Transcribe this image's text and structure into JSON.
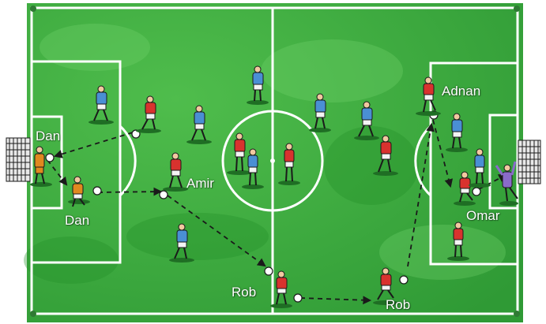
{
  "labels": {
    "dan_top": "Dan",
    "dan_bottom": "Dan",
    "amir": "Amir",
    "rob_left": "Rob",
    "rob_right": "Rob",
    "adnan": "Adnan",
    "omar": "Omar"
  },
  "colors": {
    "grass_dark": "#2f9a35",
    "grass_light": "#4bb84a",
    "lines": "#ffffff",
    "team_red_shirt": "#d8322e",
    "team_blue_shirt": "#4a8fd4",
    "shorts_white": "#f4f4f4",
    "keeper_orange": "#e0891f",
    "keeper_purple": "#8a6bc9",
    "pass_arrow": "#1a1a1a"
  }
}
